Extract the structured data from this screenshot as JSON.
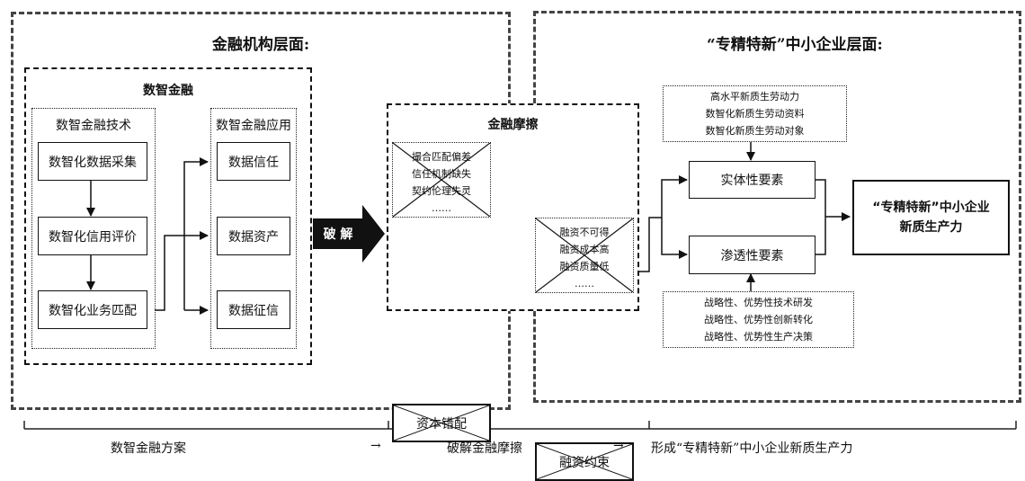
{
  "left_panel": {
    "title": "金融机构层面:",
    "digital_finance": {
      "title": "数智金融",
      "technology": {
        "title": "数智金融技术",
        "steps": [
          "数智化数据采集",
          "数智化信用评价",
          "数智化业务匹配"
        ]
      },
      "application": {
        "title": "数智金融应用",
        "items": [
          "数据信任",
          "数据资产",
          "数据征信"
        ]
      }
    }
  },
  "break_arrow": {
    "label": "破 解"
  },
  "friction": {
    "title": "金融摩擦",
    "left_causes": [
      "撮合匹配偏差",
      "信任机制缺失",
      "契约伦理失灵",
      "……"
    ],
    "right_causes": [
      "融资不可得",
      "融资成本高",
      "融资质量低",
      "……"
    ],
    "left_result": "资本错配",
    "right_result": "融资约束"
  },
  "right_panel": {
    "title": "“专精特新”中小企业层面:",
    "top_inputs": [
      "高水平新质生劳动力",
      "数智化新质生劳动资料",
      "数智化新质生劳动对象"
    ],
    "entity_factor": "实体性要素",
    "penetrating_factor": "渗透性要素",
    "bottom_inputs": [
      "战略性、优势性技术研发",
      "战略性、优势性创新转化",
      "战略性、优势性生产决策"
    ],
    "outcome": [
      "“专精特新”中小企业",
      "新质生产力"
    ]
  },
  "timeline": {
    "stages": [
      "数智金融方案",
      "破解金融摩擦",
      "形成“专精特新”中小企业新质生产力"
    ],
    "arrow": "→"
  }
}
